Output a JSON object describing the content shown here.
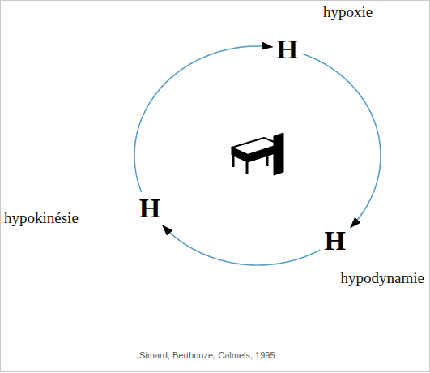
{
  "diagram": {
    "caption": "Simard, Berthouze, Calmels, 1995",
    "nodes": [
      {
        "text": [
          "H",
          "hypoxie"
        ]
      },
      {
        "text": [
          "H",
          "hypodynamie"
        ]
      },
      {
        "text": [
          "H",
          "hypokinésie"
        ]
      }
    ],
    "edges": [
      {
        "from": 0,
        "to": 1,
        "arrow": "to"
      },
      {
        "from": 1,
        "to": 2,
        "arrow": "to"
      },
      {
        "from": 2,
        "to": 0,
        "arrow": "to"
      }
    ]
  }
}
